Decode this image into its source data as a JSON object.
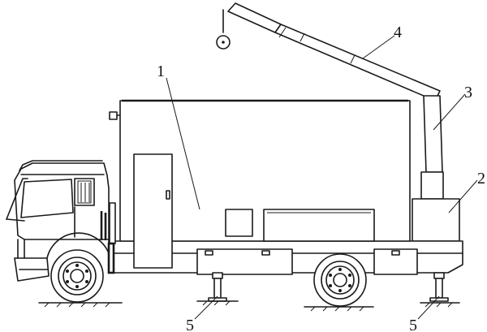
{
  "labels": {
    "body": "1",
    "platform": "2",
    "crane_column": "3",
    "crane_boom": "4",
    "support_leg_front": "5",
    "support_leg_rear": "5"
  }
}
